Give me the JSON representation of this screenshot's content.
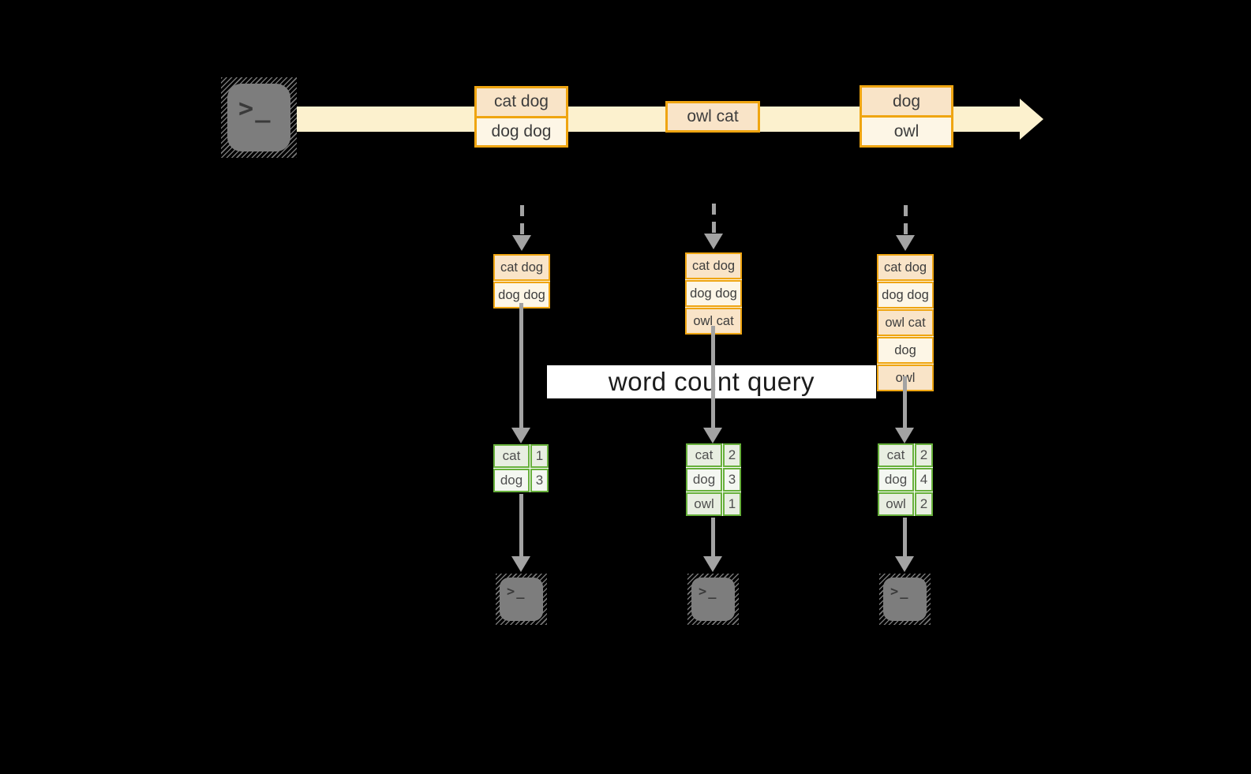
{
  "query_label": "word count query",
  "icons": {
    "terminal_prompt": ">_"
  },
  "stream": {
    "messages": [
      {
        "rows": [
          "cat dog",
          "dog dog"
        ]
      },
      {
        "rows": [
          "owl cat"
        ]
      },
      {
        "rows": [
          "dog",
          "owl"
        ]
      }
    ]
  },
  "pipelines": [
    {
      "buffer": [
        "cat dog",
        "dog dog"
      ],
      "counts": [
        {
          "word": "cat",
          "count": "1"
        },
        {
          "word": "dog",
          "count": "3"
        }
      ]
    },
    {
      "buffer": [
        "cat dog",
        "dog dog",
        "owl cat"
      ],
      "counts": [
        {
          "word": "cat",
          "count": "2"
        },
        {
          "word": "dog",
          "count": "3"
        },
        {
          "word": "owl",
          "count": "1"
        }
      ]
    },
    {
      "buffer": [
        "cat dog",
        "dog dog",
        "owl cat",
        "dog",
        "owl"
      ],
      "counts": [
        {
          "word": "cat",
          "count": "2"
        },
        {
          "word": "dog",
          "count": "4"
        },
        {
          "word": "owl",
          "count": "2"
        }
      ]
    }
  ],
  "colors": {
    "background": "#000000",
    "stream_band": "#FCF1CE",
    "record_border": "#EFA511",
    "record_fill_dark": "#F9E4C8",
    "record_fill_light": "#FDF6E6",
    "table_border": "#67B03B",
    "table_fill_dark": "#E8EEE1",
    "table_fill_light": "#F4F7F1",
    "arrow_gray": "#A3A3A3",
    "terminal_gray": "#7D7D7D"
  }
}
